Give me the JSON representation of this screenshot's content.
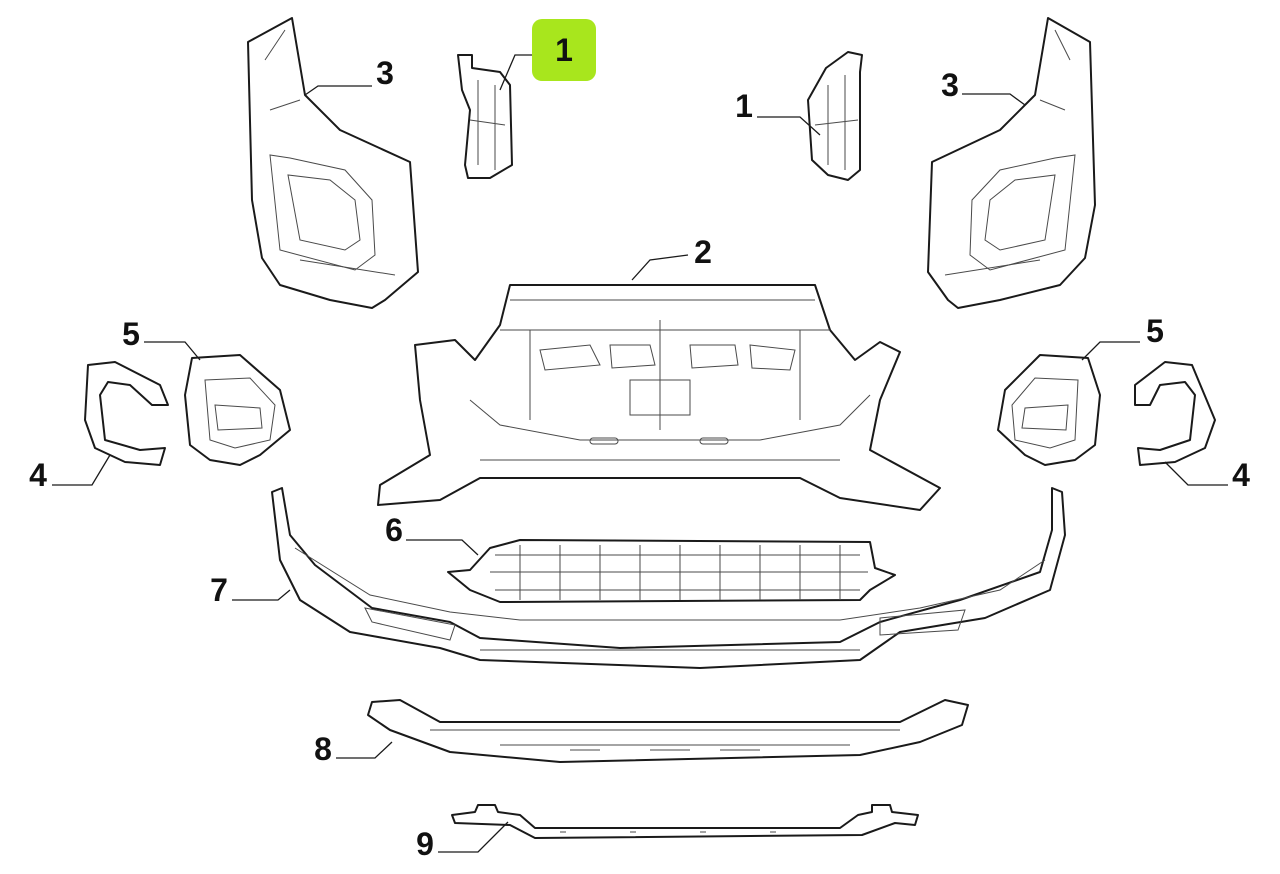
{
  "diagram": {
    "highlight_color": "#a8e61d",
    "callouts": {
      "c1_highlighted": "1",
      "c1_right": "1",
      "c2": "2",
      "c3_left": "3",
      "c3_right": "3",
      "c4_left": "4",
      "c4_right": "4",
      "c5_left": "5",
      "c5_right": "5",
      "c6": "6",
      "c7": "7",
      "c8": "8",
      "c9": "9"
    }
  }
}
